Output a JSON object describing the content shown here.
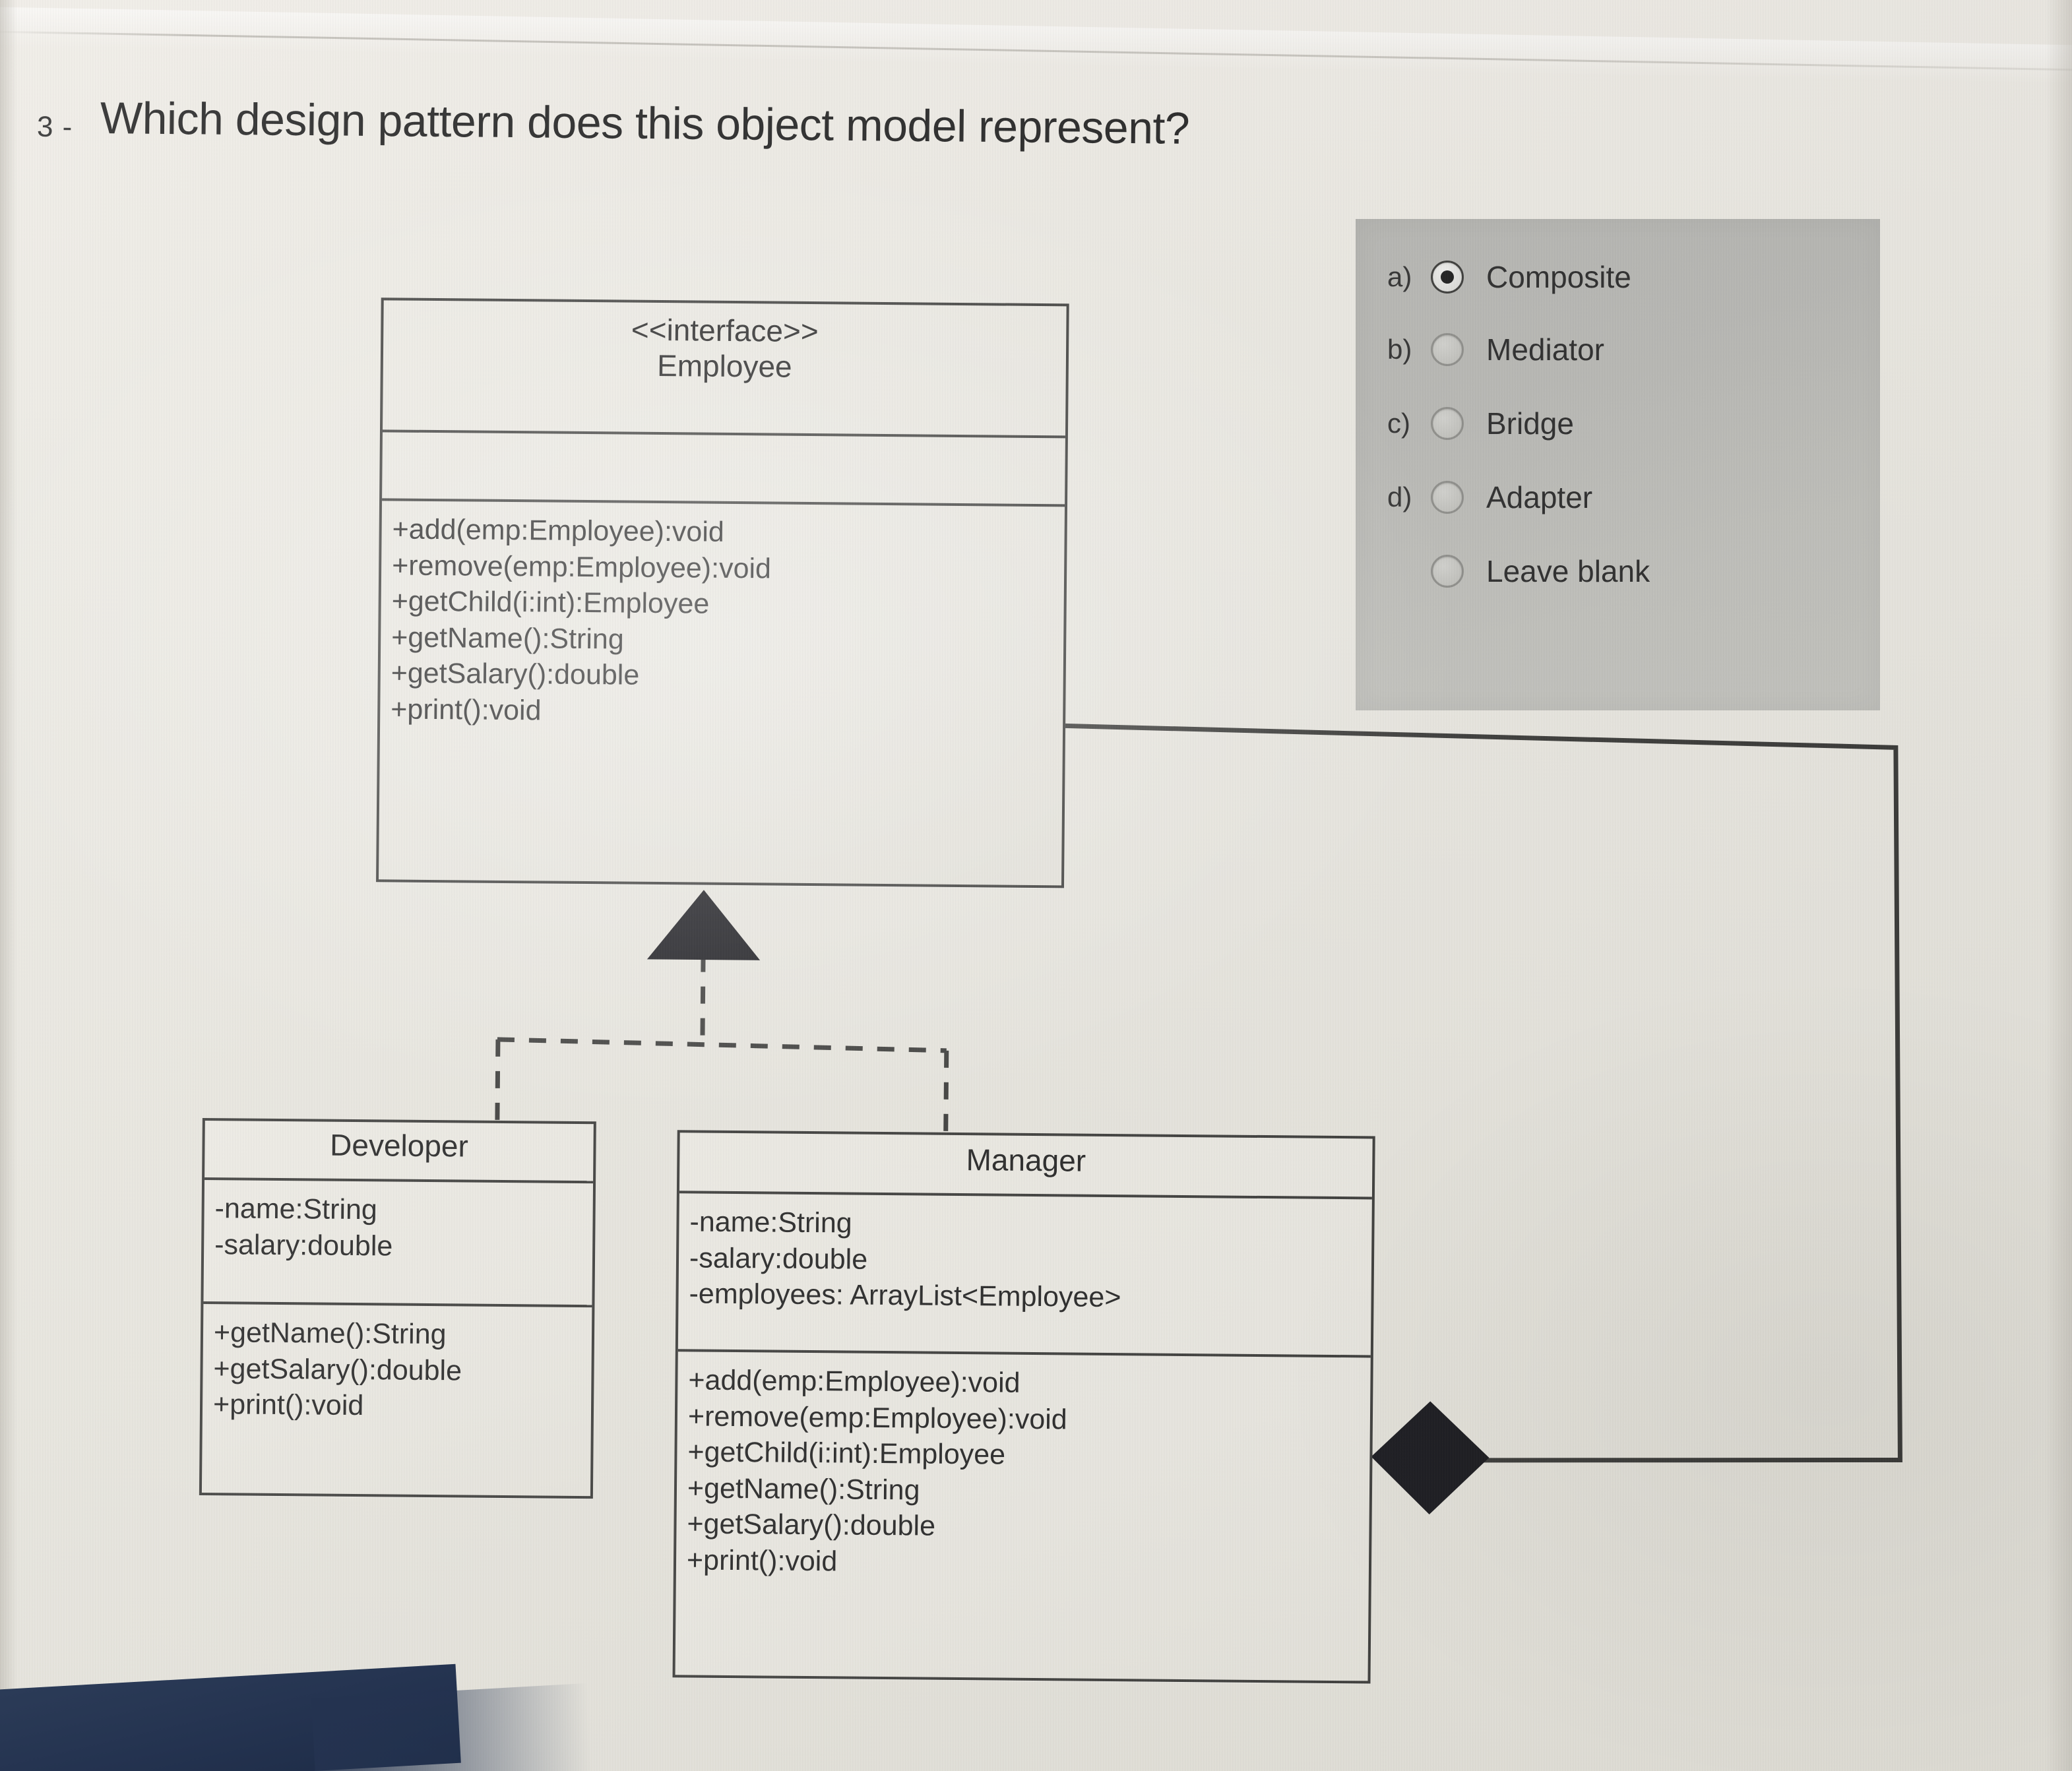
{
  "question": {
    "number": "3 -",
    "text": "Which design pattern does this object model represent?"
  },
  "options": {
    "items": [
      {
        "letter": "a)",
        "label": "Composite",
        "selected": true
      },
      {
        "letter": "b)",
        "label": "Mediator",
        "selected": false
      },
      {
        "letter": "c)",
        "label": "Bridge",
        "selected": false
      },
      {
        "letter": "d)",
        "label": "Adapter",
        "selected": false
      },
      {
        "letter": "",
        "label": "Leave blank",
        "selected": false
      }
    ]
  },
  "diagram": {
    "type": "uml-class-diagram",
    "classes": {
      "employee": {
        "stereotype": "<<interface>>",
        "name": "Employee",
        "attributes": [],
        "methods": [
          "+add(emp:Employee):void",
          "+remove(emp:Employee):void",
          "+getChild(i:int):Employee",
          "+getName():String",
          "+getSalary():double",
          "+print():void"
        ]
      },
      "developer": {
        "name": "Developer",
        "attributes": [
          "-name:String",
          "-salary:double"
        ],
        "methods": [
          "+getName():String",
          "+getSalary():double",
          "+print():void"
        ]
      },
      "manager": {
        "name": "Manager",
        "attributes": [
          "-name:String",
          "-salary:double",
          "-employees: ArrayList<Employee>"
        ],
        "methods": [
          "+add(emp:Employee):void",
          "+remove(emp:Employee):void",
          "+getChild(i:int):Employee",
          "+getName():String",
          "+getSalary():double",
          "+print():void"
        ]
      }
    },
    "relationships": [
      {
        "kind": "realization",
        "from": "Developer",
        "to": "Employee"
      },
      {
        "kind": "realization",
        "from": "Manager",
        "to": "Employee"
      },
      {
        "kind": "composition",
        "from": "Manager",
        "to": "Employee"
      }
    ],
    "colors": {
      "stroke": "#3a3a38",
      "fill": "#eceae3",
      "panel": "#bdbdb8"
    }
  }
}
